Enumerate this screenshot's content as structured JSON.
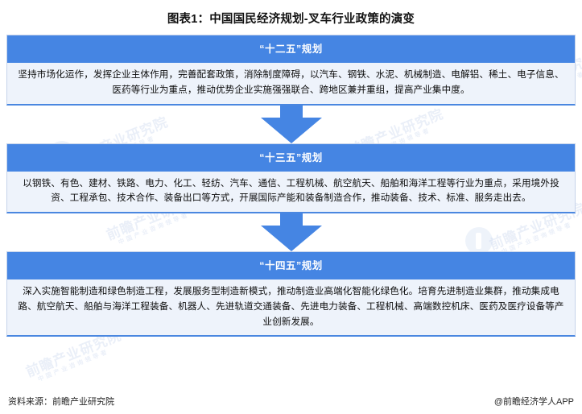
{
  "title": "图表1：中国国民经济规划-叉车行业政策的演变",
  "theme": {
    "accent_blue": "#4585e3",
    "body_bg": "#eef3fb",
    "border": "#c6d3ea",
    "header_text": "#ffffff",
    "page_bg": "#ffffff"
  },
  "watermark": {
    "main": "前瞻产业研究院",
    "sub": "中国产业咨询领导者"
  },
  "flow": {
    "arrow_icon": "arrow-down-icon",
    "stages": [
      {
        "header": "“十二五”规划",
        "body": "坚持市场化运作，发挥企业主体作用，完善配套政策，消除制度障碍，以汽车、钢铁、水泥、机械制造、电解铝、稀土、电子信息、医药等行业为重点，推动优势企业实施强强联合、跨地区兼并重组，提高产业集中度。"
      },
      {
        "header": "“十三五”规划",
        "body": "以钢铁、有色、建材、铁路、电力、化工、轻纺、汽车、通信、工程机械、航空航天、船舶和海洋工程等行业为重点，采用境外投资、工程承包、技术合作、装备出口等方式，开展国际产能和装备制造合作，推动装备、技术、标准、服务走出去。"
      },
      {
        "header": "“十四五”规划",
        "body": "深入实施智能制造和绿色制造工程，发展服务型制造新模式，推动制造业高端化智能化绿色化。培育先进制造业集群，推动集成电路、航空航天、船舶与海洋工程装备、机器人、先进轨道交通装备、先进电力装备、工程机械、高端数控机床、医药及医疗设备等产业创新发展。"
      }
    ]
  },
  "footer": {
    "source": "资料来源：前瞻产业研究院",
    "attribution": "@前瞻经济学人APP"
  }
}
